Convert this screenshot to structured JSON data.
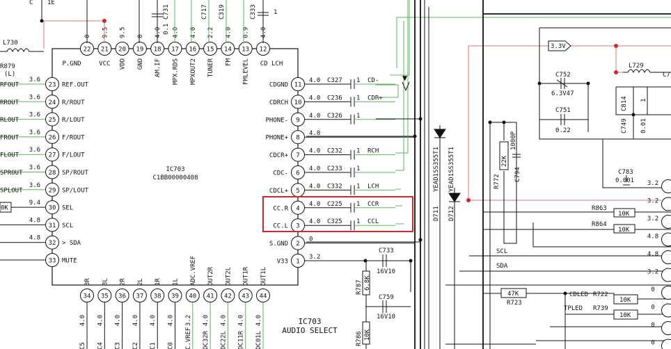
{
  "ic": {
    "ref": "IC703",
    "part": "C1BB00000408",
    "title_ref": "IC703",
    "title_func": "AUDIO SELECT"
  },
  "top_pins": [
    {
      "num": "22",
      "label": "P.GND",
      "volt": "0"
    },
    {
      "num": "21",
      "label": "VCC",
      "volt": "9.5"
    },
    {
      "num": "20",
      "label": "VDD",
      "volt": "9.5"
    },
    {
      "num": "19",
      "label": "GND",
      "volt": "0"
    },
    {
      "num": "18",
      "label": "AM.IF",
      "volt": "4.0"
    },
    {
      "num": "17",
      "label": "MPX.RDS",
      "volt": "4.0"
    },
    {
      "num": "16",
      "label": "MPXOUT2",
      "volt": "4.0"
    },
    {
      "num": "15",
      "label": "TUNER",
      "volt": "2.2"
    },
    {
      "num": "14",
      "label": "FM",
      "volt": "4.0"
    },
    {
      "num": "13",
      "label": "FMLEVEL",
      "volt": "0.9"
    },
    {
      "num": "12",
      "label": "CD LCH",
      "volt": "4.0"
    }
  ],
  "top_caps": [
    "C731",
    "C717",
    "C319",
    "C333"
  ],
  "top_cap_vals": [
    "0.1",
    "1"
  ],
  "left_pins": [
    {
      "num": "23",
      "label": "REF.OUT",
      "volt": "3.6",
      "net": "RFOUT"
    },
    {
      "num": "24",
      "label": "R/ROUT",
      "volt": "3.6",
      "net": "RROUT"
    },
    {
      "num": "25",
      "label": "R/LOUT",
      "volt": "3.6",
      "net": "RLOUT"
    },
    {
      "num": "26",
      "label": "F/ROUT",
      "volt": "3.6",
      "net": "FROUT"
    },
    {
      "num": "27",
      "label": "F/LOUT",
      "volt": "3.6",
      "net": "FLOUT"
    },
    {
      "num": "28",
      "label": "SP/ROUT",
      "volt": "3.6",
      "net": "SPROUT"
    },
    {
      "num": "29",
      "label": "SP/LOUT",
      "volt": "3.6",
      "net": "SPLOUT"
    },
    {
      "num": "30",
      "label": "SEL",
      "volt": "9.4",
      "net": "0K"
    },
    {
      "num": "31",
      "label": "SCL",
      "volt": "4.8",
      "net": ""
    },
    {
      "num": "32",
      "label": "SDA",
      "volt": "4.8",
      "net": ""
    },
    {
      "num": "33",
      "label": "MUTE",
      "volt": "",
      "net": ""
    }
  ],
  "left_extras": {
    "l730": "L730",
    "r879": "R879",
    "r879_l": "(L)"
  },
  "right_pins": [
    {
      "num": "11",
      "label": "CDGND",
      "volt": "4.0",
      "cap": "C327",
      "cval": "1",
      "net": "CD-"
    },
    {
      "num": "10",
      "label": "CDRCH",
      "volt": "4.0",
      "cap": "C236",
      "cval": "1",
      "net": "CDR+"
    },
    {
      "num": "9",
      "label": "PHONE-",
      "volt": "4.0",
      "cap": "C326",
      "cval": "1",
      "net": ""
    },
    {
      "num": "8",
      "label": "PHONE+",
      "volt": "4.0",
      "cap": "",
      "cval": "",
      "net": ""
    },
    {
      "num": "7",
      "label": "CDCR+",
      "volt": "4.0",
      "cap": "C232",
      "cval": "1",
      "net": "RCH"
    },
    {
      "num": "6",
      "label": "CDC-",
      "volt": "4.0",
      "cap": "C233",
      "cval": "1",
      "net": ""
    },
    {
      "num": "5",
      "label": "CDCL+",
      "volt": "4.0",
      "cap": "C332",
      "cval": "1",
      "net": "LCH"
    },
    {
      "num": "4",
      "label": "CC.R",
      "volt": "4.0",
      "cap": "C225",
      "cval": "1",
      "net": "CCR"
    },
    {
      "num": "3",
      "label": "CC.L",
      "volt": "4.0",
      "cap": "C325",
      "cval": "1",
      "net": "CCL"
    },
    {
      "num": "2",
      "label": "S.GND",
      "volt": "0",
      "cap": "",
      "cval": "",
      "net": ""
    },
    {
      "num": "1",
      "label": "V33",
      "volt": "3.2",
      "cap": "",
      "cval": "",
      "net": ""
    }
  ],
  "bottom_pins": [
    {
      "num": "34",
      "label": "3R",
      "volt": "4.0",
      "net": "C5"
    },
    {
      "num": "35",
      "label": "3L",
      "volt": "4.0",
      "net": "C4"
    },
    {
      "num": "36",
      "label": "2R",
      "volt": "4.0",
      "net": "C3"
    },
    {
      "num": "37",
      "label": "2L",
      "volt": "4.0",
      "net": "C2"
    },
    {
      "num": "38",
      "label": "1R",
      "volt": "4.0",
      "net": "C1"
    },
    {
      "num": "39",
      "label": "1L",
      "volt": "4.0",
      "net": "C0"
    },
    {
      "num": "40",
      "label": "ADC.VREF",
      "volt": "3.2",
      "net": "C.VREF"
    },
    {
      "num": "41",
      "label": "OUT2R",
      "volt": "4.0",
      "net": "DC32R"
    },
    {
      "num": "42",
      "label": "OUT2L",
      "volt": "4.0",
      "net": "DC22L"
    },
    {
      "num": "43",
      "label": "OUT1R",
      "volt": "4.0",
      "net": "DC11R"
    },
    {
      "num": "44",
      "label": "OUT1L",
      "volt": "4.0",
      "net": "DC01L"
    }
  ],
  "parts": {
    "c733": "C733",
    "c733v": "16V10",
    "c759": "C759",
    "c759v": "16V10",
    "r787": "R787",
    "r787v": "6.8K",
    "r786": "R786",
    "r786v": "10K",
    "d711": "D711",
    "d711p": "YEAD1SS355T1",
    "d712": "D712",
    "d712p": "YEAD1SS355T1",
    "r772": "R772",
    "r772v": "22K",
    "c794": "C794",
    "c794v": "1000P",
    "c752": "C752",
    "c752v": "6.3V47",
    "c751": "C751",
    "c751v": "0.22",
    "l729": "L729",
    "c814": "C814",
    "c814v": "1",
    "c749": "C749",
    "c749v": "0.01",
    "c783": "C783",
    "c783v": "0.001",
    "r863": "R863",
    "r863v": "10K",
    "r864": "R864",
    "r864v": "10K",
    "r723": "R723",
    "r723v": "47K",
    "r722": "R722",
    "r722v": "10K",
    "cdled": "CDLED",
    "r739": "R739",
    "r739v": "10K",
    "tpled": "TPLED",
    "supply": "3.3V",
    "c7x": "C7",
    "scl": "SCL",
    "sda": "SDA"
  },
  "right_edge_volts": [
    "3.2",
    "3.2",
    "3.2",
    "4.8",
    "4.8",
    "3.2",
    "0",
    "0",
    "0",
    "0"
  ],
  "colors": {
    "ink": "#111111",
    "green": "#55b855",
    "red": "#e07070",
    "highlight": "#cc2a2a"
  }
}
